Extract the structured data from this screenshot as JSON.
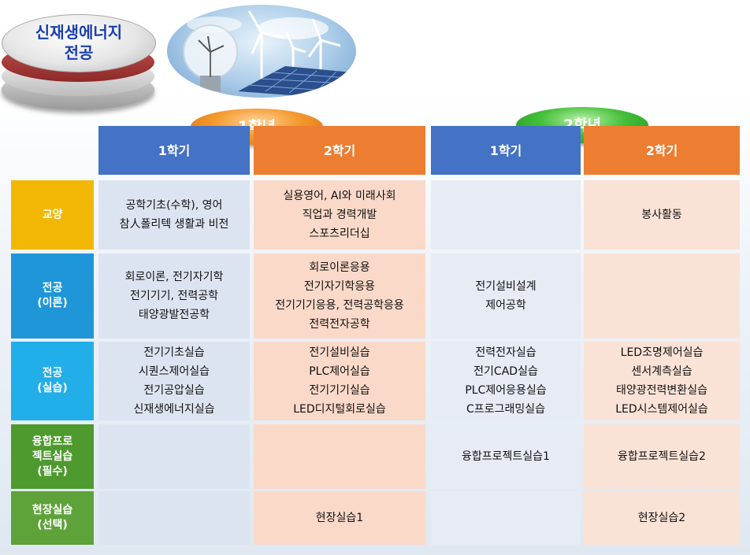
{
  "title": "신재생에너지 전공",
  "years": [
    "1학년",
    "2학년"
  ],
  "semesters": [
    "1학기",
    "2학기",
    "1학기",
    "2학기"
  ],
  "colors": {
    "blue": "#4472c4",
    "orange": "#ed7d31",
    "cell_blue": "#dde4f1",
    "cell_orange": "#fad9c9"
  },
  "rows": [
    {
      "label": "교양",
      "cells": [
        [
          "공학기초(수학), 영어",
          "참人폴리텍 생활과 비전"
        ],
        [
          "실용영어, AI와 미래사회",
          "직업과 경력개발",
          "스포츠리더십"
        ],
        [],
        [
          "봉사활동"
        ]
      ]
    },
    {
      "label": "전공\n(이론)",
      "cells": [
        [
          "회로이론, 전기자기학",
          "전기기기, 전력공학",
          "태양광발전공학"
        ],
        [
          "회로이론응용",
          "전기자기학응용",
          "전기기기응용, 전력공학응용",
          "전력전자공학"
        ],
        [
          "전기설비설계",
          "제어공학"
        ],
        []
      ]
    },
    {
      "label": "전공\n(실습)",
      "cells": [
        [
          "전기기초실습",
          "시퀀스제어실습",
          "전기공압실습",
          "신재생에너지실습"
        ],
        [
          "전기설비실습",
          "PLC제어실습",
          "전기기기실습",
          "LED디지털회로실습"
        ],
        [
          "전력전자실습",
          "전기CAD실습",
          "PLC제어응용실습",
          "C프로그래밍실습"
        ],
        [
          "LED조명제어실습",
          "센서계측실습",
          "태양광전력변환실습",
          "LED시스템제어실습"
        ]
      ]
    },
    {
      "label": "융합프로\n젝트실습\n(필수)",
      "cells": [
        [],
        [],
        [
          "융합프로젝트실습1"
        ],
        [
          "융합프로젝트실습2"
        ]
      ]
    },
    {
      "label": "현장실습\n(선택)",
      "cells": [
        [],
        [
          "현장실습1"
        ],
        [],
        [
          "현장실습2"
        ]
      ]
    }
  ]
}
